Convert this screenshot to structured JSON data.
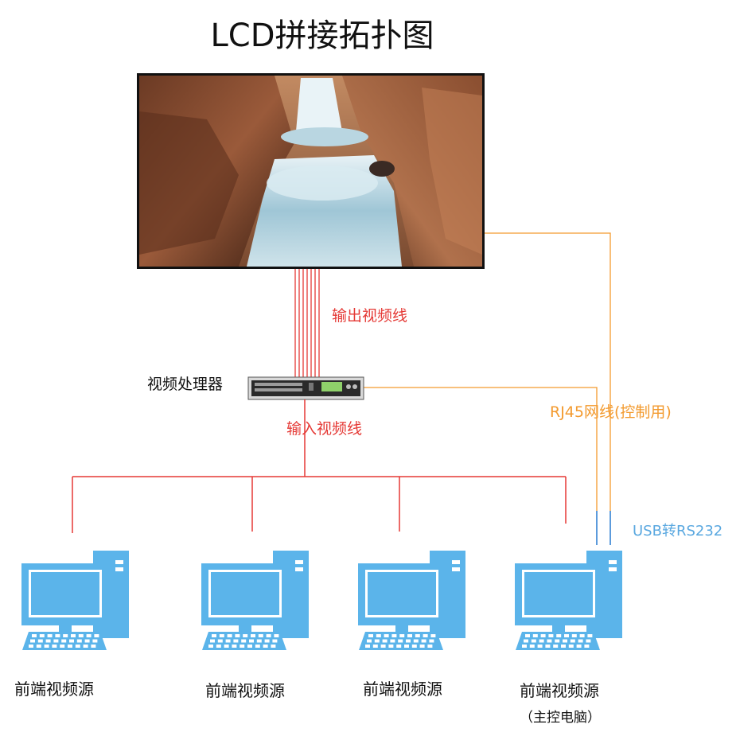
{
  "title": "LCD拼接拓扑图",
  "labels": {
    "output_cable": "输出视频线",
    "processor": "视频处理器",
    "input_cable": "输入视频线",
    "rj45": "RJ45网线(控制用)",
    "usb": "USB转RS232"
  },
  "sources": [
    {
      "label": "前端视频源"
    },
    {
      "label": "前端视频源"
    },
    {
      "label": "前端视频源"
    },
    {
      "label": "前端视频源",
      "sub": "（主控电脑）"
    }
  ],
  "colors": {
    "video_cable": "#e53935",
    "rj45_cable": "#f39a2e",
    "usb_cable": "#4a90d9",
    "pc_body": "#5bb4ea",
    "pc_screen": "#ffffff",
    "display_frame": "#111111"
  },
  "icons": {
    "display": "waterfall-display-icon",
    "processor": "rack-processor-icon",
    "pc": "desktop-computer-icon"
  }
}
